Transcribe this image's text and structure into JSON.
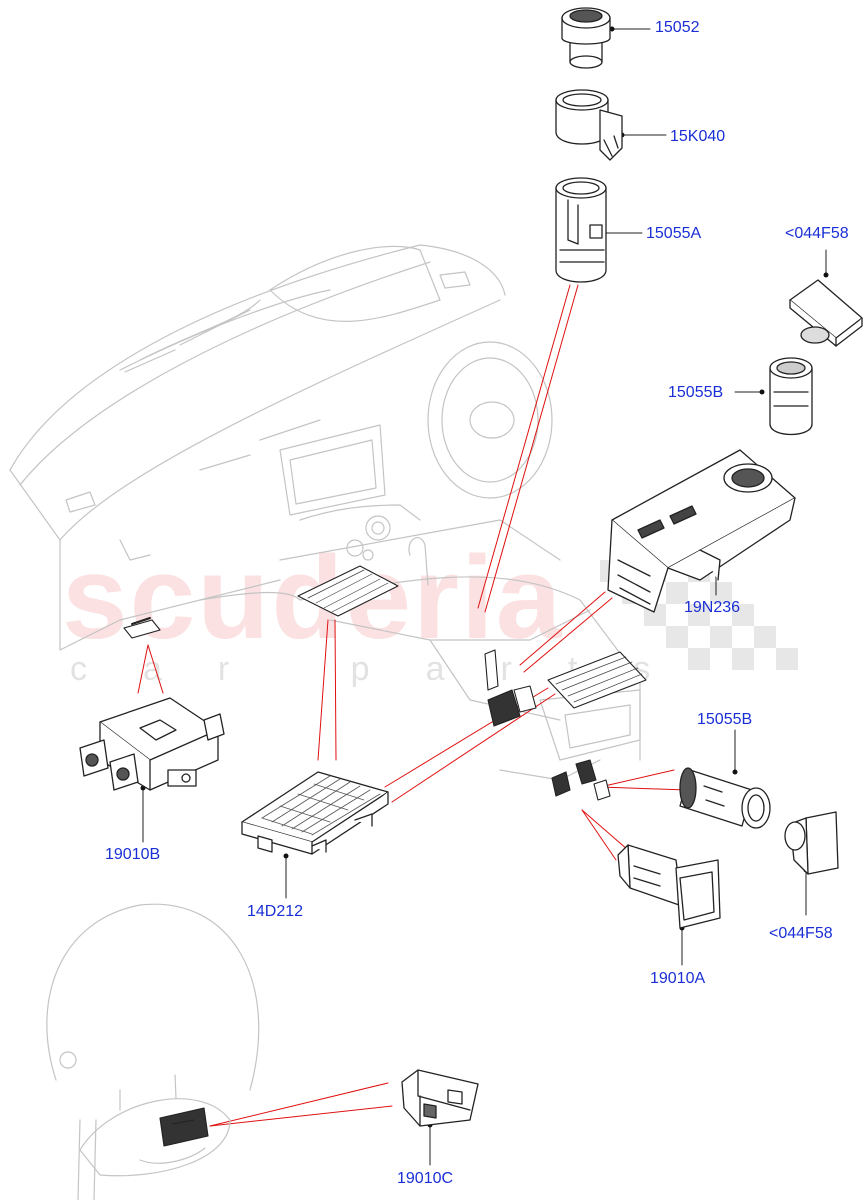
{
  "watermark": {
    "brand": "scuderia",
    "sub": "car parts"
  },
  "labels": {
    "p15052": "15052",
    "p15K040": "15K040",
    "p15055A": "15055A",
    "p044F58_top": "<044F58",
    "p15055B_top": "15055B",
    "p19N236": "19N236",
    "p15055B_right": "15055B",
    "p19010B": "19010B",
    "p14D212": "14D212",
    "p19010A": "19010A",
    "p044F58_bottom": "<044F58",
    "p19010C": "19010C"
  },
  "colors": {
    "label": "#1a2fd6",
    "leader_red": "#e01010",
    "outline": "#222222",
    "context": "#c8c8c8"
  }
}
